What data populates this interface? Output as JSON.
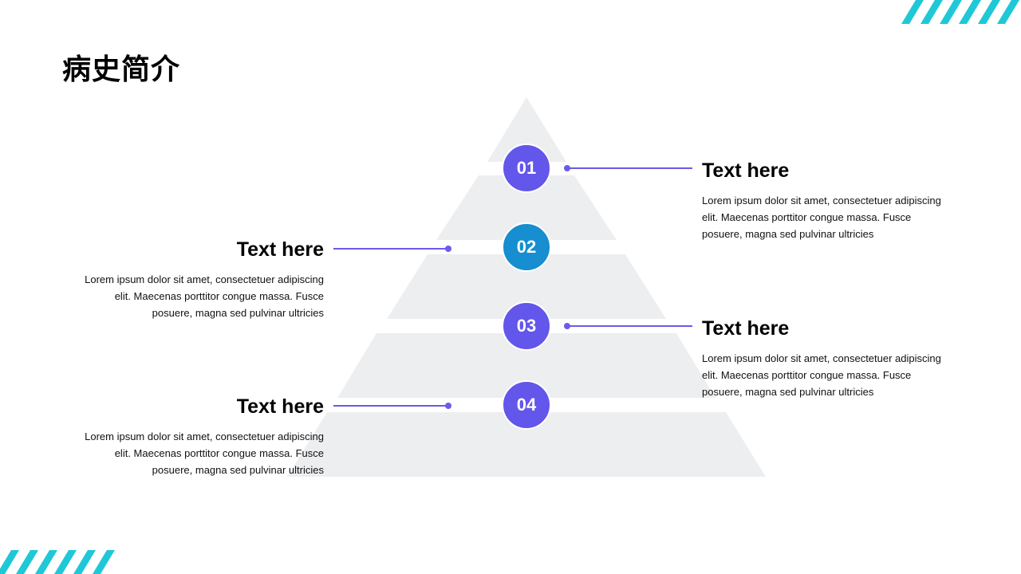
{
  "title": "病史简介",
  "colors": {
    "accent_purple": "#6356ea",
    "accent_blue": "#168ed0",
    "pyramid_gray": "#edeef0",
    "stripe_cyan": "#1fc8d6",
    "line_color": "#6a5be8"
  },
  "steps": [
    {
      "number": "01",
      "heading": "Text here",
      "body": "Lorem ipsum dolor sit amet, consectetuer adipiscing elit. Maecenas porttitor congue massa. Fusce posuere, magna sed pulvinar ultricies"
    },
    {
      "number": "02",
      "heading": "Text here",
      "body": "Lorem ipsum dolor sit amet, consectetuer adipiscing elit. Maecenas porttitor congue massa. Fusce posuere, magna sed pulvinar ultricies"
    },
    {
      "number": "03",
      "heading": "Text here",
      "body": "Lorem ipsum dolor sit amet, consectetuer adipiscing elit. Maecenas porttitor congue massa. Fusce posuere, magna sed pulvinar ultricies"
    },
    {
      "number": "04",
      "heading": "Text here",
      "body": "Lorem ipsum dolor sit amet, consectetuer adipiscing elit. Maecenas porttitor congue massa. Fusce posuere, magna sed pulvinar ultricies"
    }
  ]
}
